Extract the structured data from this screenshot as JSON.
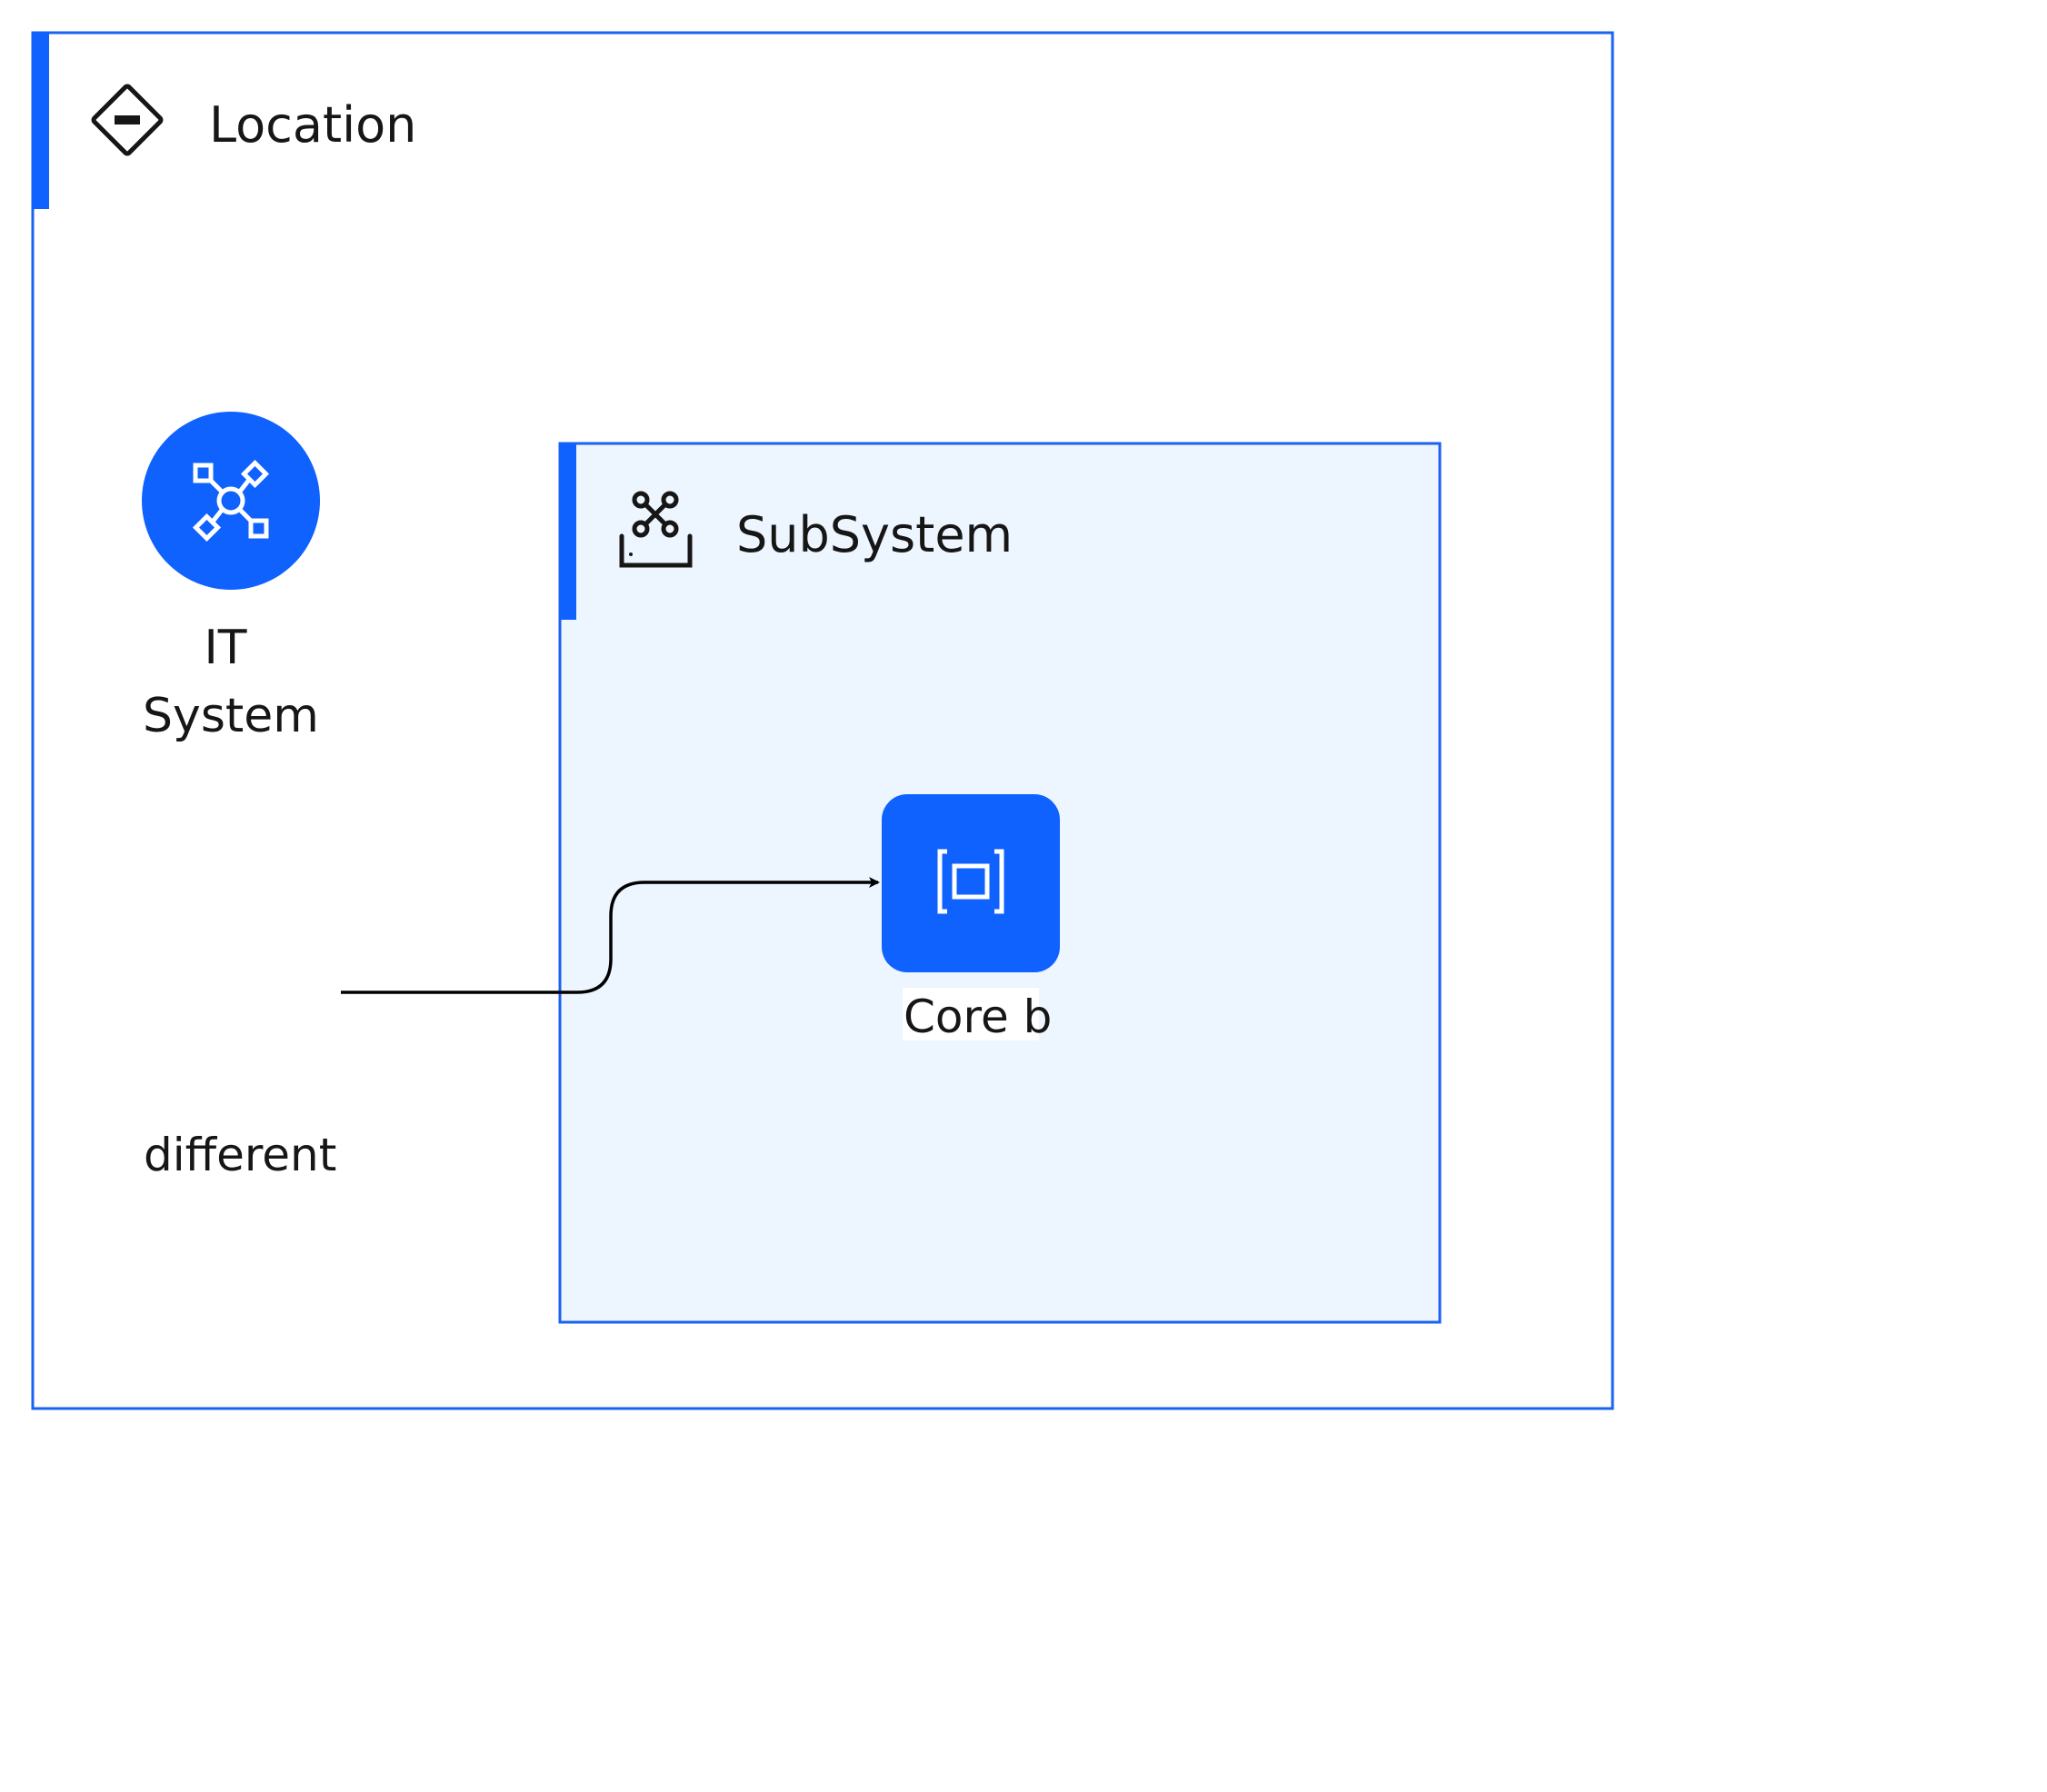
{
  "diagram": {
    "location_group": {
      "label": "Location",
      "icon": "location-diamond-icon",
      "border_color": "#1a62f2",
      "accent_color": "#0f62fe"
    },
    "it_system_node": {
      "label_line1": "IT",
      "label_line2": "System",
      "icon": "network-nodes-icon",
      "fill_color": "#0f62fe"
    },
    "subsystem_group": {
      "label": "SubSystem",
      "icon": "subsystem-tray-icon",
      "fill_color": "#edf5fe",
      "border_color": "#1a62f2",
      "accent_color": "#0f62fe"
    },
    "core_node": {
      "label": "Core b",
      "icon": "bracket-square-icon",
      "fill_color": "#0f62fe"
    },
    "free_label": {
      "text": "different"
    },
    "connector": {
      "color": "#000000"
    }
  }
}
